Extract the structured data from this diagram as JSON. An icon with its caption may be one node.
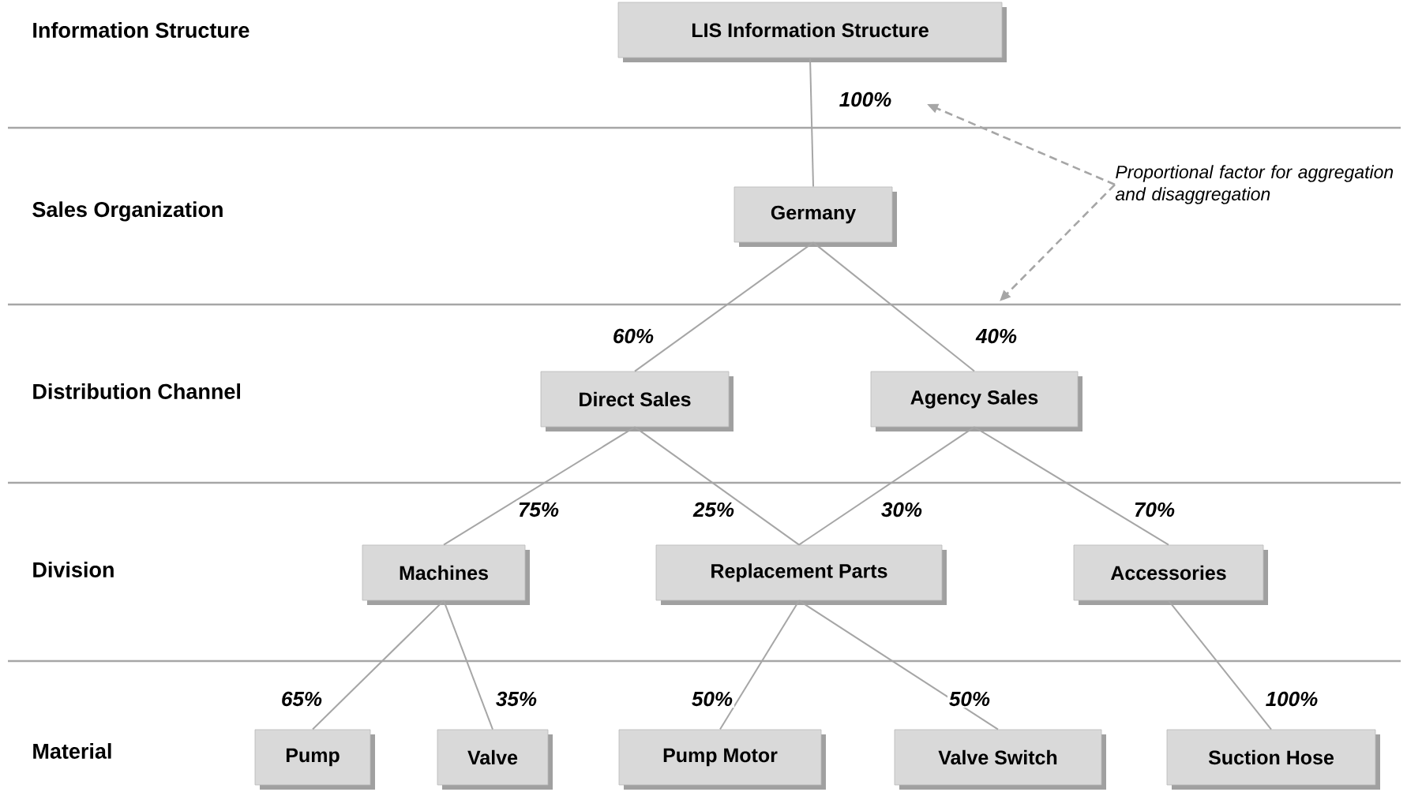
{
  "diagram": {
    "nodes": [
      {
        "text": [
          "LIS Information Structure"
        ]
      },
      {
        "text": [
          "Germany"
        ]
      },
      {
        "text": [
          "Direct Sales"
        ]
      },
      {
        "text": [
          "Agency Sales"
        ]
      },
      {
        "text": [
          "Machines"
        ]
      },
      {
        "text": [
          "Replacement Parts"
        ]
      },
      {
        "text": [
          "Accessories"
        ]
      },
      {
        "text": [
          "Pump"
        ]
      },
      {
        "text": [
          "Valve"
        ]
      },
      {
        "text": [
          "Pump Motor"
        ]
      },
      {
        "text": [
          "Valve Switch"
        ]
      },
      {
        "text": [
          "Suction Hose"
        ]
      },
      {
        "text": [
          "Proportional factor for aggregation and disaggregation"
        ]
      }
    ],
    "edges": [
      {
        "from": 0,
        "to": 1,
        "arrow": "none",
        "label": "100%"
      },
      {
        "from": 1,
        "to": 2,
        "arrow": "none",
        "label": "60%"
      },
      {
        "from": 1,
        "to": 3,
        "arrow": "none",
        "label": "40%"
      },
      {
        "from": 2,
        "to": 4,
        "arrow": "none",
        "label": "75%"
      },
      {
        "from": 2,
        "to": 5,
        "arrow": "none",
        "label": "25%"
      },
      {
        "from": 3,
        "to": 5,
        "arrow": "none",
        "label": "30%"
      },
      {
        "from": 3,
        "to": 6,
        "arrow": "none",
        "label": "70%"
      },
      {
        "from": 4,
        "to": 7,
        "arrow": "none",
        "label": "65%"
      },
      {
        "from": 4,
        "to": 8,
        "arrow": "none",
        "label": "35%"
      },
      {
        "from": 5,
        "to": 9,
        "arrow": "none",
        "label": "50%"
      },
      {
        "from": 5,
        "to": 10,
        "arrow": "none",
        "label": "50%"
      },
      {
        "from": 6,
        "to": 11,
        "arrow": "none",
        "label": "100%"
      },
      {
        "from": 12,
        "to": null,
        "arrow": "to",
        "style": "dashed"
      },
      {
        "from": 12,
        "to": null,
        "arrow": "to",
        "style": "dashed"
      }
    ],
    "labels": [
      "Information Structure",
      "Sales Organization",
      "Distribution Channel",
      "Division",
      "Material"
    ]
  }
}
